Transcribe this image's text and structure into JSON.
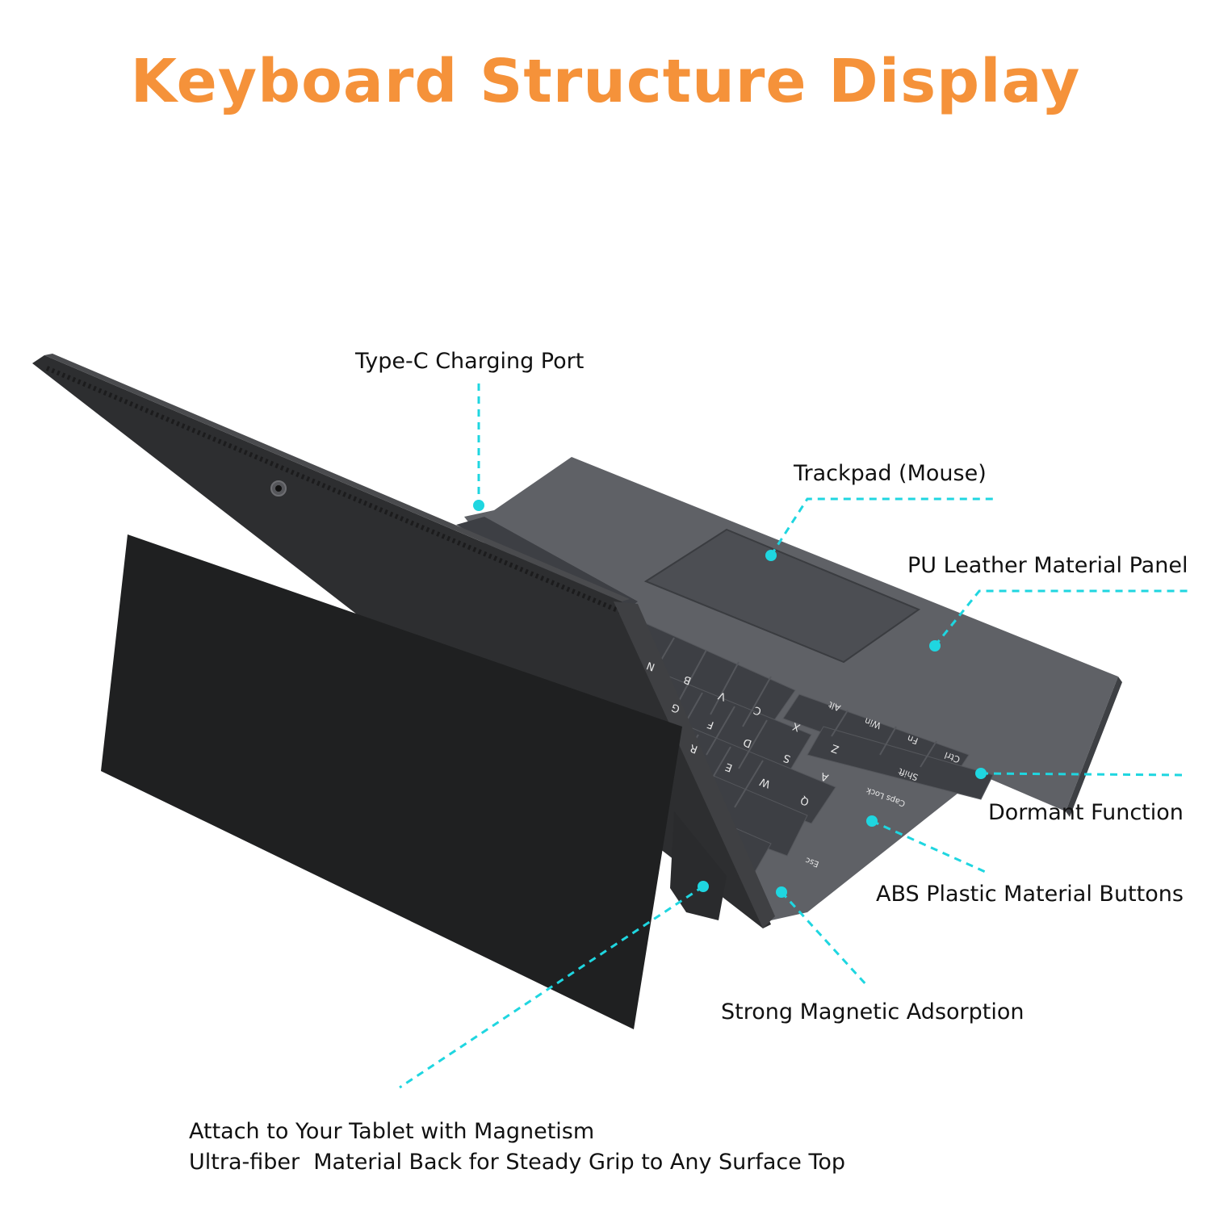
{
  "title": "Keyboard Structure Display",
  "colors": {
    "title": "#f5923a",
    "callout": "#1fd6e0",
    "keyboard": "#5f6166",
    "tablet": "#2d2e30"
  },
  "callouts": {
    "type_c": "Type-C Charging Port",
    "trackpad": "Trackpad (Mouse)",
    "pu_leather": "PU Leather Material Panel",
    "dormant": "Dormant Function",
    "abs_buttons": "ABS Plastic Material Buttons",
    "magnetic": "Strong Magnetic Adsorption"
  },
  "bottom": {
    "line1": "Attach to Your Tablet with Magnetism",
    "line2": "Ultra-fiber  Material Back for Steady Grip to Any Surface Top"
  },
  "keys": [
    "N",
    "B",
    "V",
    "C",
    "X",
    "Z",
    "G",
    "F",
    "D",
    "S",
    "A",
    "R",
    "E",
    "W",
    "Q",
    "Alt",
    "Win",
    "Fn",
    "Ctrl",
    "Shift",
    "Caps Lock",
    "Esc"
  ]
}
